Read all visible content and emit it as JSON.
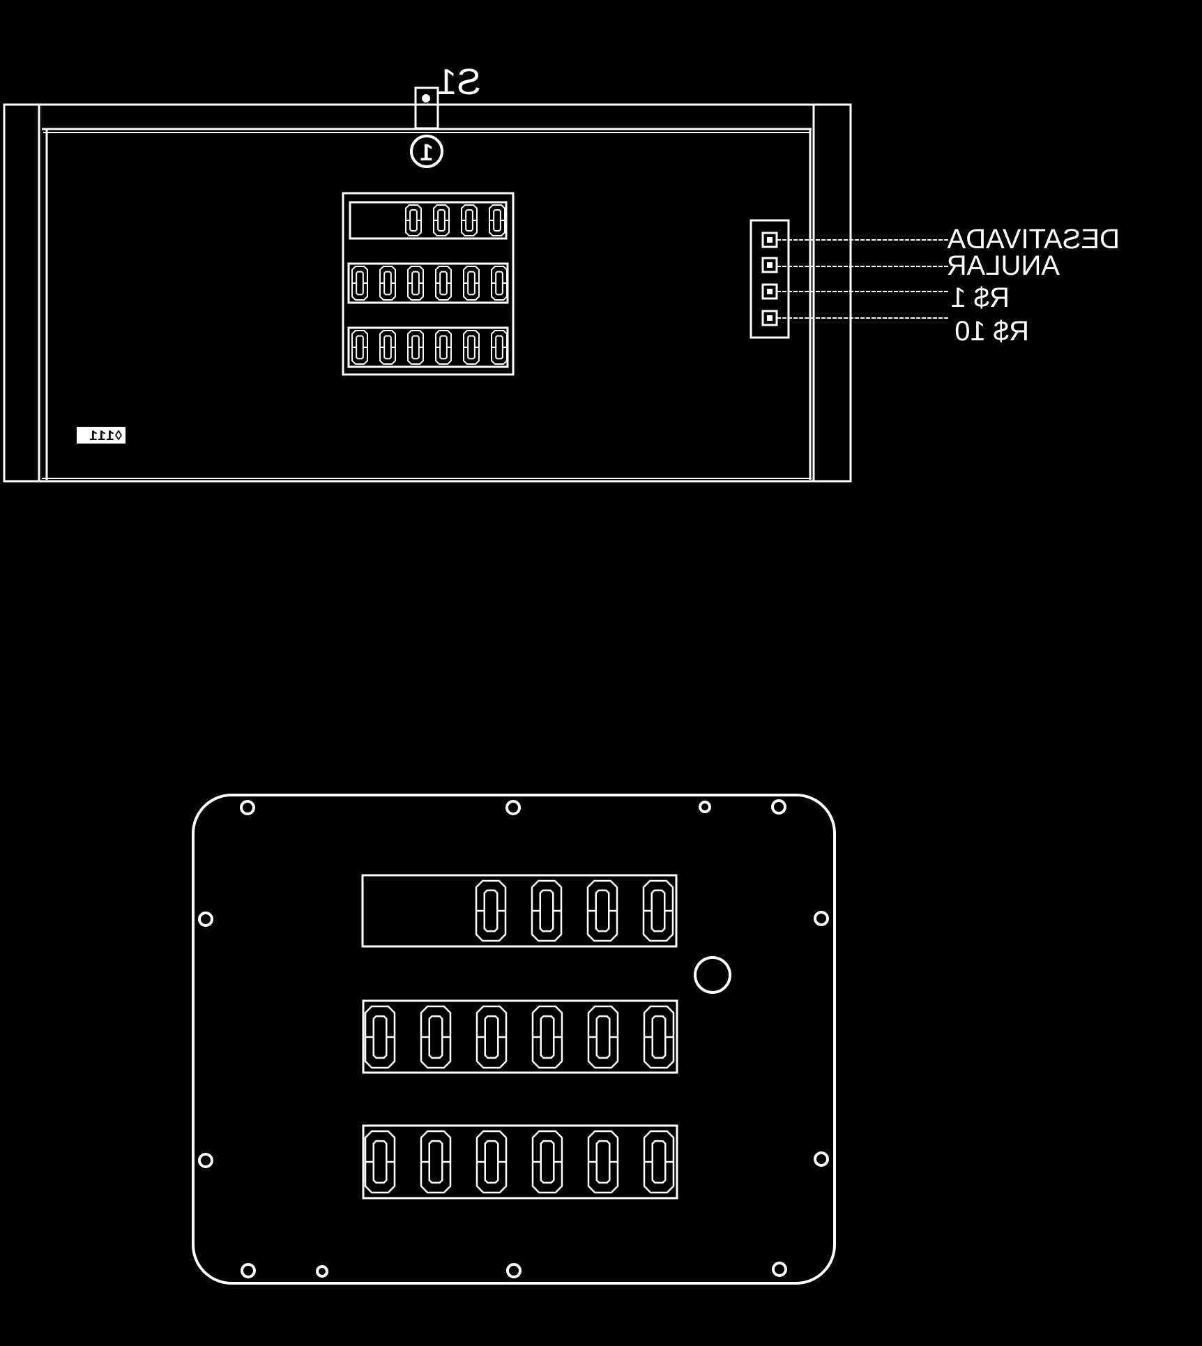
{
  "colors": {
    "background": "#000000",
    "line": "#ffffff"
  },
  "top_view": {
    "switch_label": "S1",
    "marker_number": "1",
    "small_label": "◊111",
    "buttons": [
      {
        "label": "DESATIVADA"
      },
      {
        "label": "ANULAR"
      },
      {
        "label": "R$ 1"
      },
      {
        "label": "R$ 10"
      }
    ],
    "displays": [
      {
        "digits": "0000"
      },
      {
        "digits": "000000"
      },
      {
        "digits": "000000"
      }
    ]
  },
  "front_panel": {
    "displays": [
      {
        "digits": "0000"
      },
      {
        "digits": "000000"
      },
      {
        "digits": "000000"
      }
    ]
  }
}
